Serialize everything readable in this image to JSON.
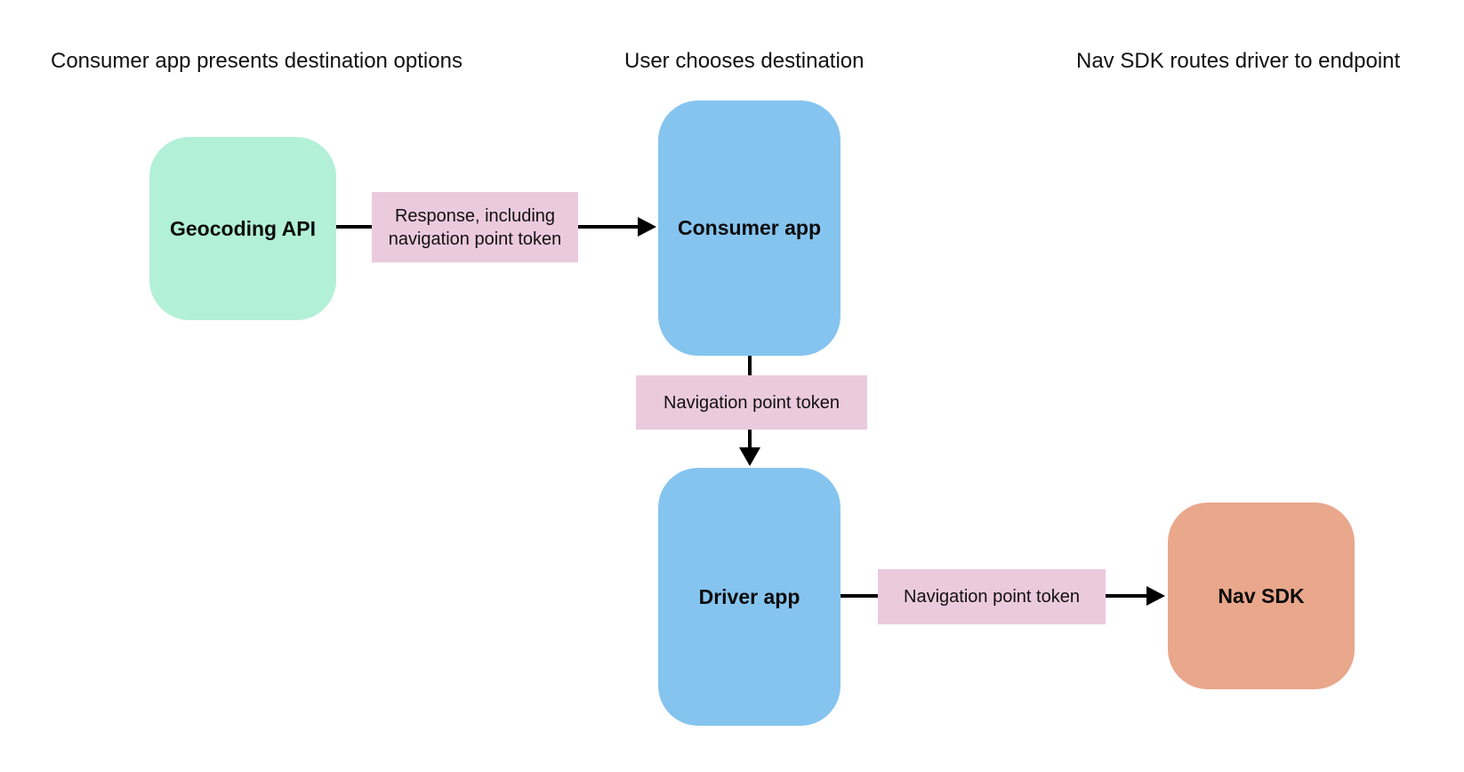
{
  "diagram": {
    "step_titles": {
      "step1": "Consumer app presents destination options",
      "step2": "User chooses destination",
      "step3": "Nav SDK routes driver to endpoint"
    },
    "nodes": {
      "geocoding_api": {
        "label": "Geocoding API",
        "fill": "#b3f0d8"
      },
      "consumer_app": {
        "label": "Consumer app",
        "fill": "#85c4ef"
      },
      "driver_app": {
        "label": "Driver app",
        "fill": "#85c4ef"
      },
      "nav_sdk": {
        "label": "Nav SDK",
        "fill": "#e9a78c"
      }
    },
    "edges": {
      "geocoding_to_consumer": {
        "label": "Response, including navigation point token"
      },
      "consumer_to_driver": {
        "label": "Navigation point token"
      },
      "driver_to_navsdk": {
        "label": "Navigation point token"
      }
    },
    "colors": {
      "edge_label_fill": "#eccadd",
      "arrow": "#000000",
      "background": "#ffffff",
      "text": "#111111"
    }
  }
}
